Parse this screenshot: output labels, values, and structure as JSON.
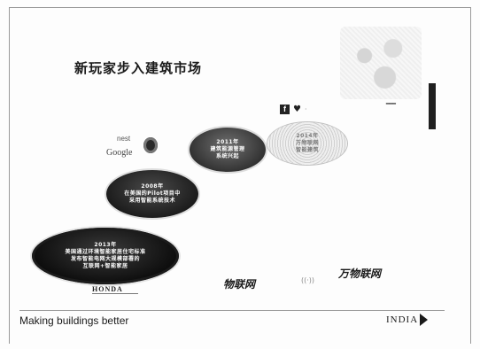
{
  "slide": {
    "title": "新玩家步入建筑市场",
    "labels": {
      "iot": "物联网",
      "ioe": "万物联网",
      "honda": "HONDA",
      "google": "Google",
      "nest": "nest"
    },
    "ellipses": [
      {
        "id": "e1",
        "text": "2013年\n美国通过环境智能家居住宅标准\n发布智能电网大规模部署的\n互联网+智能家居"
      },
      {
        "id": "e2",
        "text": "2008年\n在美国的Pilot项目中\n采用智能系统技术"
      },
      {
        "id": "e3",
        "text": "2011年\n建筑能源管理\n系统兴起"
      },
      {
        "id": "e4",
        "text": "2014年\n万物联网\n智能建筑"
      }
    ]
  },
  "footer": {
    "tagline": "Making buildings better",
    "logo": "INDIA"
  },
  "icons": [
    "facebook-icon",
    "heart-icon",
    "wifi-icon",
    "arrow-icon"
  ]
}
